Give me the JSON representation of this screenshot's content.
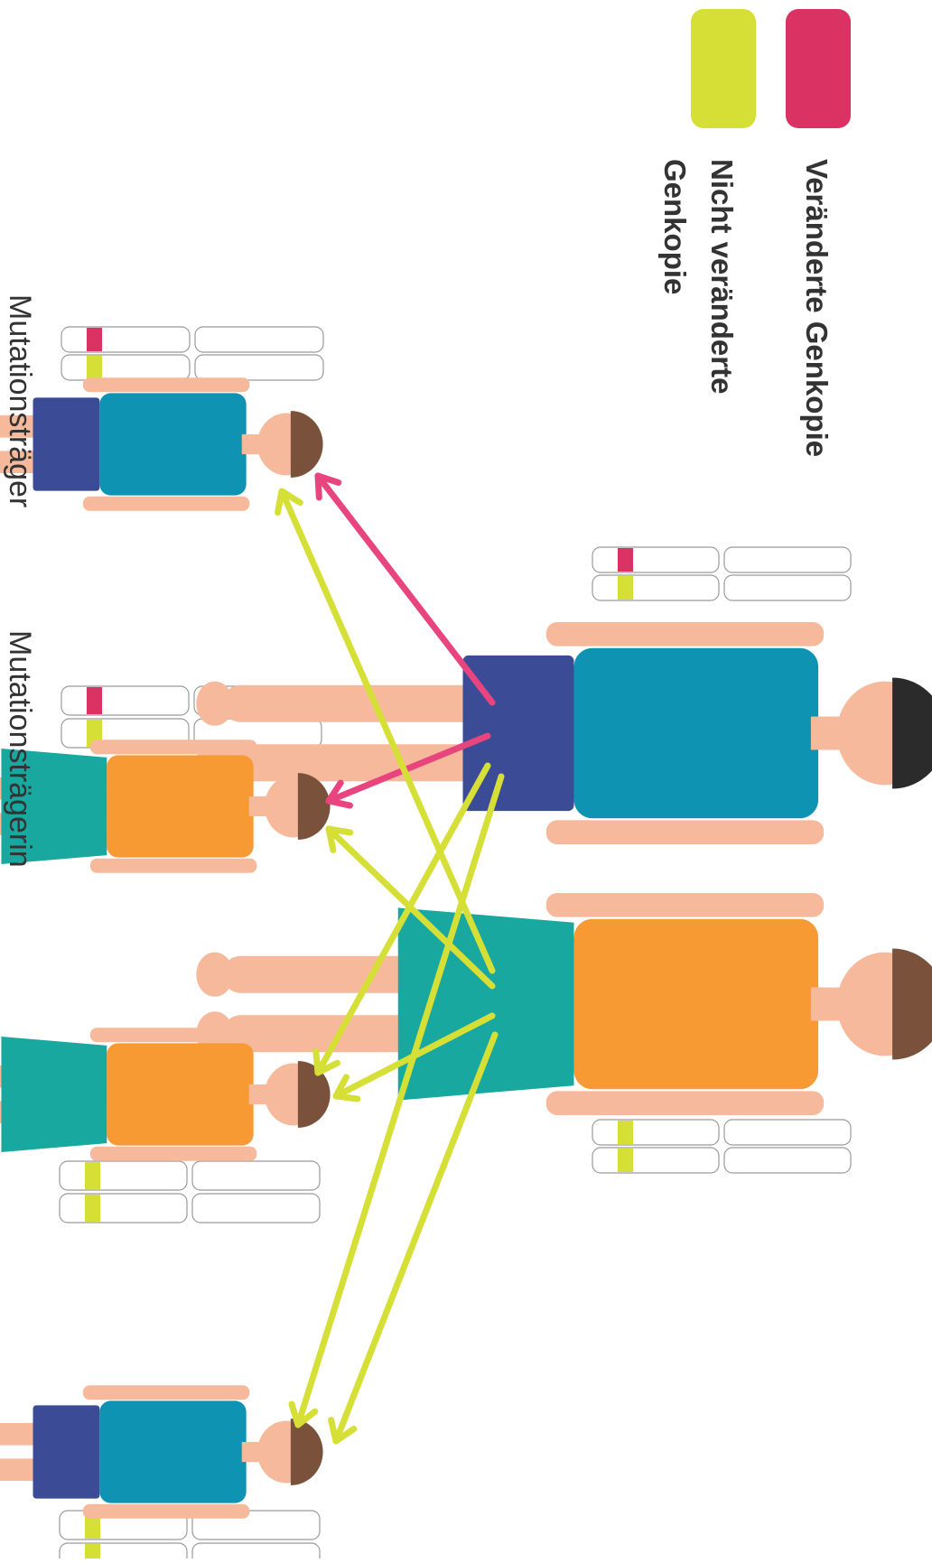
{
  "legend": {
    "items": [
      {
        "key": "mutated",
        "lines": [
          "Veränderte Genkopie"
        ],
        "color": "#d93263"
      },
      {
        "key": "normal",
        "lines": [
          "Nicht veränderte",
          "Genkopie"
        ],
        "color": "#d6df36"
      }
    ]
  },
  "colors": {
    "mutated": "#d93263",
    "normal": "#d6df36",
    "arrow_mutated": "#e8457f",
    "arrow_normal": "#d6df36",
    "skin": "#f7b99b",
    "shirt_blue": "#0e93b3",
    "shorts_navy": "#3b4b96",
    "shirt_orange": "#f79a34",
    "skirt_teal": "#19a89f",
    "hair_dark": "#2b2b2b",
    "hair_brown": "#7a523c"
  },
  "people": [
    {
      "id": "father",
      "role": "parent",
      "style": "male",
      "genes": [
        "mutated",
        "normal"
      ]
    },
    {
      "id": "mother",
      "role": "parent",
      "style": "female",
      "genes": [
        "normal",
        "normal"
      ]
    },
    {
      "id": "son-1",
      "role": "child",
      "style": "male",
      "genes": [
        "mutated",
        "normal"
      ],
      "caption": "Mutationsträger"
    },
    {
      "id": "daughter-1",
      "role": "child",
      "style": "female",
      "genes": [
        "mutated",
        "normal"
      ],
      "caption": "Mutationsträgerin"
    },
    {
      "id": "daughter-2",
      "role": "child",
      "style": "female",
      "genes": [
        "normal",
        "normal"
      ]
    },
    {
      "id": "son-2",
      "role": "child",
      "style": "male",
      "genes": [
        "normal",
        "normal"
      ]
    }
  ],
  "inheritance": [
    {
      "from": "father",
      "to": "son-1",
      "allele": "mutated"
    },
    {
      "from": "father",
      "to": "daughter-1",
      "allele": "mutated"
    },
    {
      "from": "father",
      "to": "daughter-2",
      "allele": "normal"
    },
    {
      "from": "father",
      "to": "son-2",
      "allele": "normal"
    },
    {
      "from": "mother",
      "to": "son-1",
      "allele": "normal"
    },
    {
      "from": "mother",
      "to": "daughter-1",
      "allele": "normal"
    },
    {
      "from": "mother",
      "to": "daughter-2",
      "allele": "normal"
    },
    {
      "from": "mother",
      "to": "son-2",
      "allele": "normal"
    }
  ]
}
